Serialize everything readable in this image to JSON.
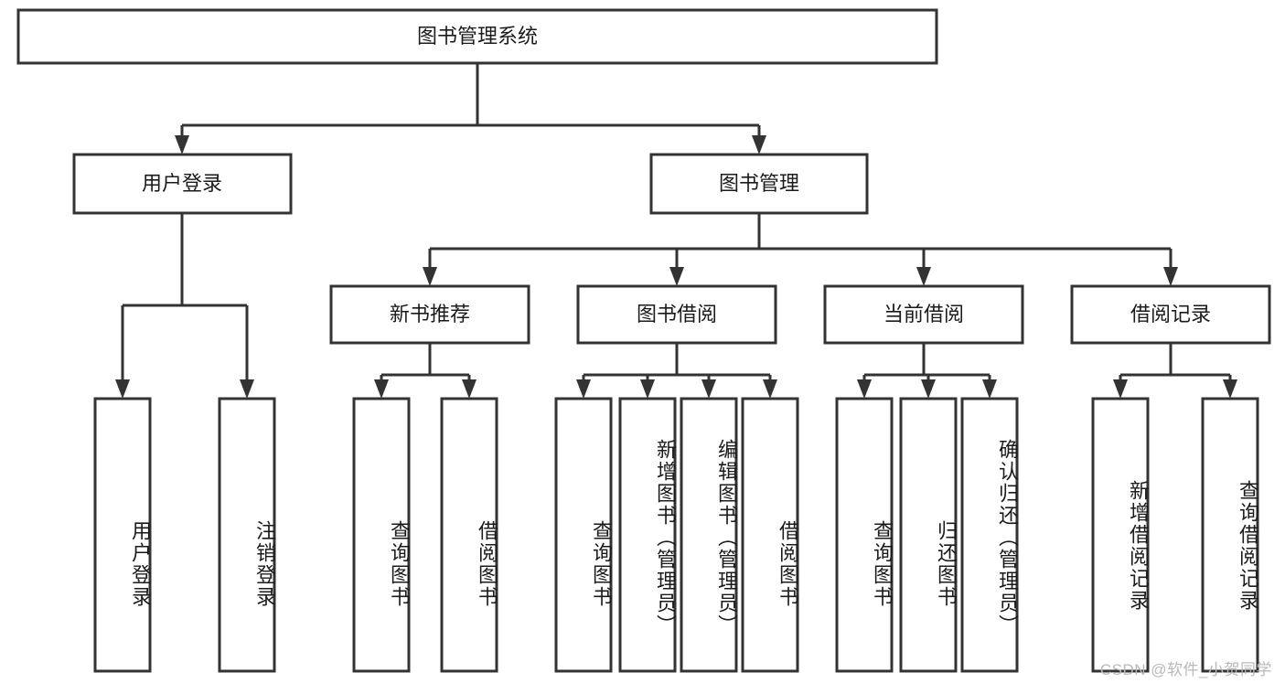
{
  "diagram": {
    "title": "图书管理系统",
    "type": "tree-hierarchy",
    "root": {
      "label": "图书管理系统"
    },
    "level2": [
      {
        "label": "用户登录"
      },
      {
        "label": "图书管理"
      }
    ],
    "level3": [
      {
        "label": "新书推荐"
      },
      {
        "label": "图书借阅"
      },
      {
        "label": "当前借阅"
      },
      {
        "label": "借阅记录"
      }
    ],
    "leaves": [
      {
        "label": "用户登录",
        "parent": "用户登录"
      },
      {
        "label": "注销登录",
        "parent": "用户登录"
      },
      {
        "label": "查询图书",
        "parent": "新书推荐"
      },
      {
        "label": "借阅图书",
        "parent": "新书推荐"
      },
      {
        "label": "查询图书",
        "parent": "图书借阅"
      },
      {
        "label": "新增图书（管理员）",
        "parent": "图书借阅"
      },
      {
        "label": "编辑图书（管理员）",
        "parent": "图书借阅"
      },
      {
        "label": "借阅图书",
        "parent": "图书借阅"
      },
      {
        "label": "查询图书",
        "parent": "当前借阅"
      },
      {
        "label": "归还图书",
        "parent": "当前借阅"
      },
      {
        "label": "确认归还（管理员）",
        "parent": "当前借阅"
      },
      {
        "label": "新增借阅记录",
        "parent": "借阅记录"
      },
      {
        "label": "查询借阅记录",
        "parent": "借阅记录"
      }
    ],
    "colors": {
      "background": "#ffffff",
      "box_fill": "#ffffff",
      "box_stroke": "#333333",
      "text": "#1b1b1b",
      "watermark": "#b9b9b9"
    }
  },
  "watermark": {
    "text": "CSDN @软件_小贺同学"
  }
}
